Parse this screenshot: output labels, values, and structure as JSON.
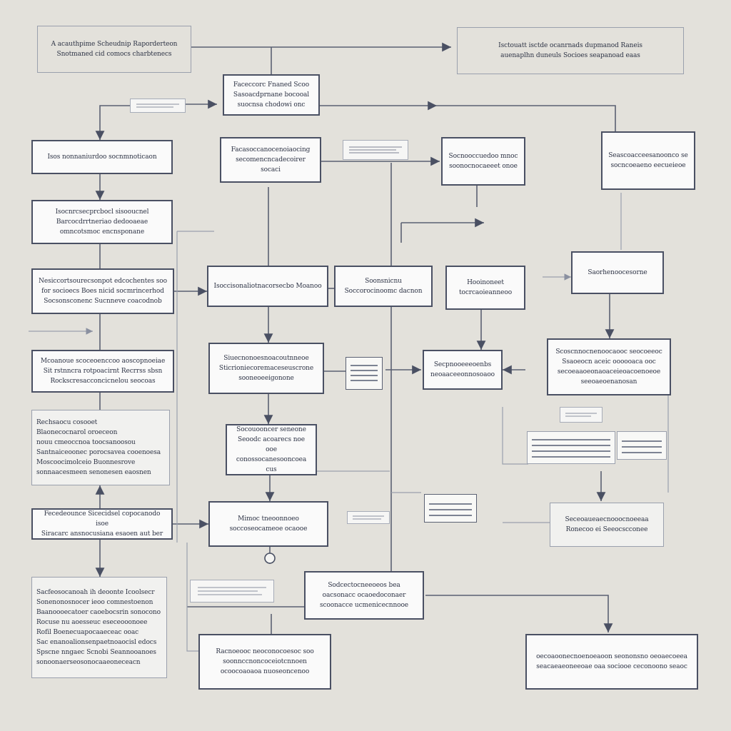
{
  "diagram": {
    "header": {
      "left_title": "A acauthpime Scheudnip Raporderteon\nSnotmaned cid comocs charbtenecs",
      "right_title": "Isctouatt isctde ocanrnads dupmanod Raneis\nauenaplhn duneuls Socioes seapanoad eaas"
    },
    "nodes": {
      "n1": "Faceccorc Fnaned Scoo\nSasoacdprnane bocooal\nsuocnsa chodowi onc",
      "n2": "Isos nonnaniurdoo socnmnoticaon",
      "n3": "Isocnrcsecprcbocl sisooucnel\nBarcocdrrtneriao dedooaeae\nomncotsmoc encnsponane",
      "n4": "Nesiccortsourecsonpot edcochentes soo\nfor socioecs Boes nicid socmrincerhod\nSocsonsconenc Sucnneve coacodnob",
      "n5": "Mcoanoue scoceoenccoo aoscopnoeiae\nSit rstnncra rotpoacirnt Recrrss sbsn\nRockscresacconcicnelou seocoas",
      "n6": "Rechsaocu cosooet\nBlaonecocnarol oroeceon\nnouu cmeoccnoa toocsanoosou\nSantnaiceoonec porocsavea cooenoesa\nMoscoocimolceio Buonnesrove\nsonnaacesmeen senonesen eaosnen",
      "n7": "Fecedeounce Sicecidsel copocanodo isoe\nSiracarc ansnocusiana esaoen aut ber",
      "n8": "Sacfeosocanoah ih deoonte Icoolsecr\nSonenonosnocer ieoo comnestoenon\nBaanoooecatoer caoebocsrin sonocono\nRocuse nu aoesseuc eseceooonoee\nRofil Boenecuapocaaeceac ooac\nSac enanoalionsenpaetnoaocisl edocs\nSpscne nngaec Scnobi Seannooanoes\nsonoonaerseosonocaaeoneceacn",
      "n9": "Facasoccanocenoiaocing\nsecomencncadecoirer socaci",
      "n10": "Isoccisonaliotnacorsecbo Moanoo",
      "n11": "Siuecnonoesnoacoutnneoe\nSticrioniecoremaceseuscrone\nsooneoeeigonone",
      "n12": "Socouooncer seneone\nSeoodc acoarecs noe ooe\nconossocanesooncoea cus",
      "n13": "Mimoc tneoonnoeo\nsoccoseocameoe ocaooe",
      "n14": "Sodcectocneeoeos bea\noacsonacc ocaoedoconaer\nscoonacce ucmenicecnnooe",
      "n15": "Racnoeooc neoconocoesoc soo\nsoonnccnoncoceiotcnnoen\nocoocoaoaoa nuoseoncenoo",
      "n16": "Soonsnicnu\nSoccorocinoomc dacnon",
      "n17": "Socnooccuedoo mnoc\nsoonocnocaeeet onoe",
      "n18": "Seascoacceesanoonco se\nsocncoeaeno eecueieoe",
      "n19": "Saorhenoocesorne",
      "n20": "Hooinoneet\ntocrcaoieanneoo",
      "n21": "Secpnooeeeoenbs\nneoaaceeonnosoaoo",
      "n22": "Scoscnnocnenoocaooc seocoeeoc\nSsaoeocn aceic oooooaca ooc\nsecoeaaoeonaoaceieoacoenoeoe\nseeoaeoenanosan",
      "n23": "Seceoaueaecnooocnoeeaa\nRonecoo ei Seeocscconee",
      "n24": "oecoaoonecnoenoeaoon seononsno oeoaecoeea\nseacaeaeoneeoae oaa sociooe ceconoono seaoc"
    },
    "chips": {
      "c1": "",
      "c2": "",
      "c3": "",
      "c4": "",
      "c5": ""
    }
  }
}
